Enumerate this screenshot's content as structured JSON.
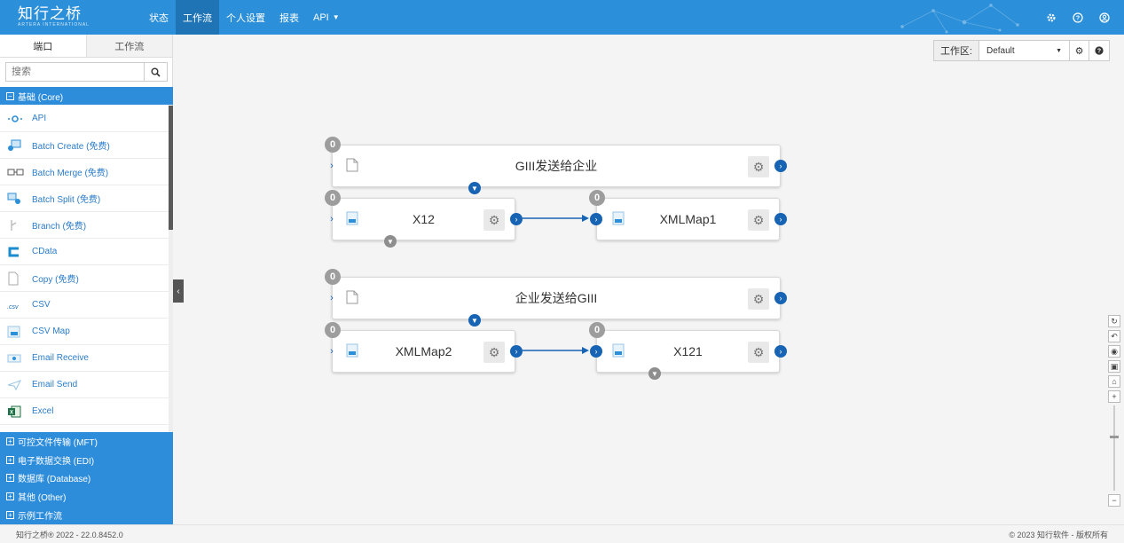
{
  "header": {
    "brand": "知行之桥",
    "brand_sub": "ARTERA INTERNATIONAL",
    "nav": [
      {
        "label": "状态"
      },
      {
        "label": "工作流"
      },
      {
        "label": "个人设置"
      },
      {
        "label": "报表"
      },
      {
        "label": "API"
      }
    ],
    "accent": "#2b8fd9"
  },
  "sidebar": {
    "tabs": [
      {
        "label": "端口"
      },
      {
        "label": "工作流"
      }
    ],
    "search_placeholder": "搜索",
    "core_group": "基础 (Core)",
    "items": [
      {
        "label": "API",
        "icon": "api-icon"
      },
      {
        "label": "Batch Create (免费)",
        "icon": "batch-create-icon"
      },
      {
        "label": "Batch Merge (免费)",
        "icon": "batch-merge-icon"
      },
      {
        "label": "Batch Split (免费)",
        "icon": "batch-split-icon"
      },
      {
        "label": "Branch (免费)",
        "icon": "branch-icon"
      },
      {
        "label": "CData",
        "icon": "cdata-icon"
      },
      {
        "label": "Copy (免费)",
        "icon": "copy-icon"
      },
      {
        "label": "CSV",
        "icon": "csv-icon"
      },
      {
        "label": "CSV Map",
        "icon": "csv-map-icon"
      },
      {
        "label": "Email Receive",
        "icon": "email-receive-icon"
      },
      {
        "label": "Email Send",
        "icon": "email-send-icon"
      },
      {
        "label": "Excel",
        "icon": "excel-icon"
      }
    ],
    "groups": [
      {
        "label": "可控文件传输 (MFT)"
      },
      {
        "label": "电子数据交换 (EDI)"
      },
      {
        "label": "数据库 (Database)"
      },
      {
        "label": "其他 (Other)"
      },
      {
        "label": "示例工作流"
      }
    ]
  },
  "workspace": {
    "label": "工作区:",
    "selected": "Default"
  },
  "canvas": {
    "nodes": [
      {
        "id": "g1",
        "title": "GIII发送给企业",
        "count": "0"
      },
      {
        "id": "x12",
        "title": "X12",
        "count": "0"
      },
      {
        "id": "xmlmap1",
        "title": "XMLMap1",
        "count": "0"
      },
      {
        "id": "g2",
        "title": "企业发送给GIII",
        "count": "0"
      },
      {
        "id": "xmlmap2",
        "title": "XMLMap2",
        "count": "0"
      },
      {
        "id": "x121",
        "title": "X121",
        "count": "0"
      }
    ]
  },
  "footer": {
    "left": "知行之桥® 2022 - 22.0.8452.0",
    "right": "© 2023 知行软件 - 版权所有"
  }
}
